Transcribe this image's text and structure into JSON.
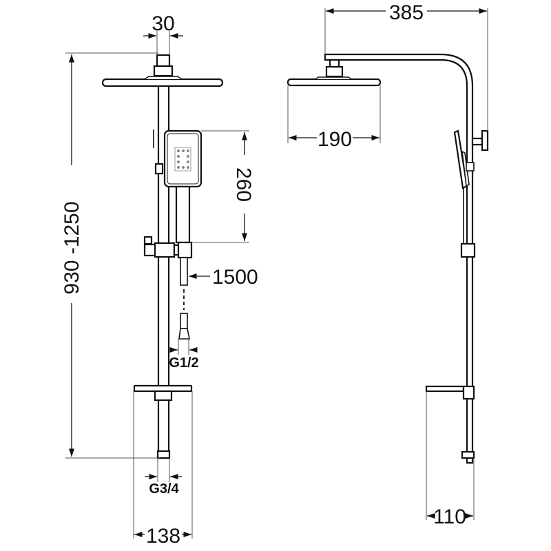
{
  "drawing": {
    "front_view": {
      "dimensions": {
        "head_connector_width": "30",
        "overall_height": "930 -1250",
        "hand_shower_length": "260",
        "hose_length": "1500",
        "hose_thread": "G1/2",
        "inlet_thread": "G3/4",
        "shelf_width": "138"
      }
    },
    "side_view": {
      "dimensions": {
        "arm_projection": "385",
        "head_diameter": "190",
        "wall_offset": "110"
      }
    },
    "colors": {
      "line": "#111111",
      "extension_line": "#555555",
      "background": "#ffffff"
    }
  }
}
